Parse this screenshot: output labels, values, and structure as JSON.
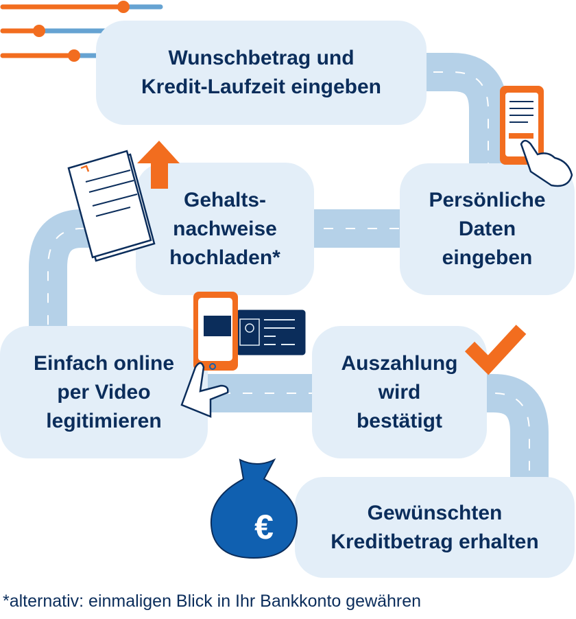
{
  "steps": [
    {
      "lines": [
        "Wunschbetrag und",
        "Kredit-Laufzeit eingeben"
      ]
    },
    {
      "lines": [
        "Persönliche",
        "Daten",
        "eingeben"
      ]
    },
    {
      "lines": [
        "Gehalts-",
        "nachweise",
        "hochladen*"
      ]
    },
    {
      "lines": [
        "Einfach online",
        "per Video",
        "legitimieren"
      ]
    },
    {
      "lines": [
        "Auszahlung",
        "wird",
        "bestätigt"
      ]
    },
    {
      "lines": [
        "Gewünschten",
        "Kreditbetrag erhalten"
      ]
    }
  ],
  "footnote": "*alternativ: einmaligen Blick in Ihr Bankkonto gewähren",
  "sliders": [
    0.76,
    0.24,
    0.46
  ],
  "colors": {
    "box": "#e3eef8",
    "text": "#0b2d5b",
    "road": "#b5d1e8",
    "accent": "#f26d1f",
    "slider_track": "#66a3d2",
    "money_bag": "#1060b0"
  }
}
